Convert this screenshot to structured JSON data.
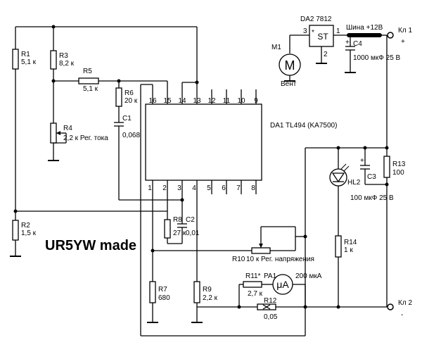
{
  "components": {
    "r1": {
      "name": "R1",
      "value": "5,1 к"
    },
    "r2": {
      "name": "R2",
      "value": "1,5 к"
    },
    "r3": {
      "name": "R3",
      "value": "8,2 к"
    },
    "r4": {
      "name": "R4",
      "value": "2,2 к Рег. тока"
    },
    "r5": {
      "name": "R5",
      "value": "5,1 к"
    },
    "r6": {
      "name": "R6",
      "value": "20 к"
    },
    "c1": {
      "name": "C1",
      "value": "0,068"
    },
    "r7": {
      "name": "R7",
      "value": "680"
    },
    "r8": {
      "name": "R8",
      "value": "27 к"
    },
    "c2": {
      "name": "C2",
      "value": "0,01"
    },
    "r9": {
      "name": "R9",
      "value": "2,2 к"
    },
    "r10": {
      "name": "R10",
      "value": "10 к  Рег. напряжения"
    },
    "r11": {
      "name": "R11*",
      "value": "2,7 к"
    },
    "pa1": {
      "name": "PA1",
      "value": "200 мкА",
      "symbol": "μA"
    },
    "r12": {
      "name": "R12",
      "value": "0,05"
    },
    "r13": {
      "name": "R13",
      "value": "100"
    },
    "r14": {
      "name": "R14",
      "value": "1 к"
    },
    "c3": {
      "name": "C3",
      "value": "100 мкФ 25 В"
    },
    "c4": {
      "name": "C4",
      "value": "1000 мкФ 25 В"
    },
    "hl2": {
      "name": "HL2"
    },
    "m1": {
      "name": "M1",
      "desc": "Вент",
      "symbol": "M"
    },
    "da1": {
      "name": "DA1  TL494 (KA7500)"
    },
    "da2": {
      "name": "DA2  7812",
      "symbol": "ST",
      "star": "*",
      "pin_in": "3",
      "pin_out": "1",
      "pin_gnd": "2"
    }
  },
  "ic_pins_top": [
    "16",
    "15",
    "14",
    "13",
    "12",
    "11",
    "10",
    "9"
  ],
  "ic_pins_bottom": [
    "1",
    "2",
    "3",
    "4",
    "5",
    "6",
    "7",
    "8"
  ],
  "bus_label": "Шина  +12В",
  "terminals": {
    "kl1": {
      "name": "Кл 1",
      "sign": "+"
    },
    "kl2": {
      "name": "Кл 2",
      "sign": "-"
    }
  },
  "signature": "UR5YW made"
}
